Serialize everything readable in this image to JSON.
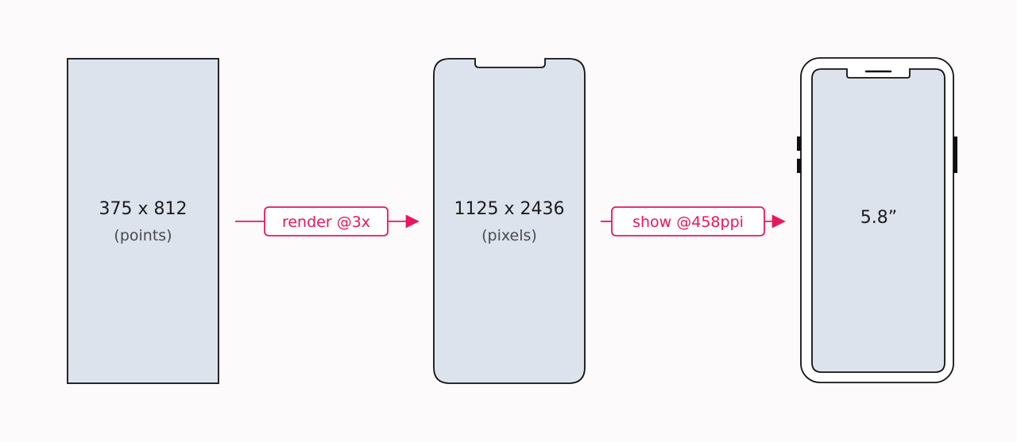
{
  "colors": {
    "background": "#fdfafb",
    "screen_fill": "#dce3ec",
    "outline": "#111111",
    "accent": "#e8175d"
  },
  "points_screen": {
    "dimensions": "375 x 812",
    "unit": "(points)"
  },
  "render_step": {
    "label": "render @3x"
  },
  "pixels_screen": {
    "dimensions": "1125 x 2436",
    "unit": "(pixels)"
  },
  "show_step": {
    "label": "show @458ppi"
  },
  "device": {
    "size": "5.8”"
  }
}
